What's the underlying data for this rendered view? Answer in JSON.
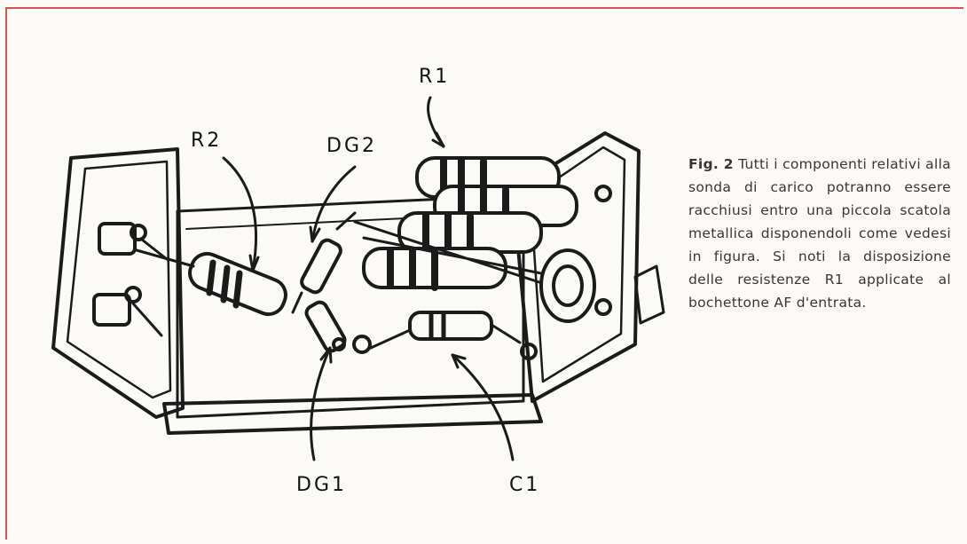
{
  "labels": {
    "r1": "R1",
    "r2": "R2",
    "dg2": "DG2",
    "dg1": "DG1",
    "c1": "C1"
  },
  "caption": {
    "lead": "Fig. 2",
    "text": "Tutti i componenti relativi alla sonda di carico potranno essere racchiusi entro una piccola scatola metallica disponendoli come vedesi in figura. Si noti la disposizione delle resistenze R1 applicate al bochettone AF d'entrata."
  }
}
